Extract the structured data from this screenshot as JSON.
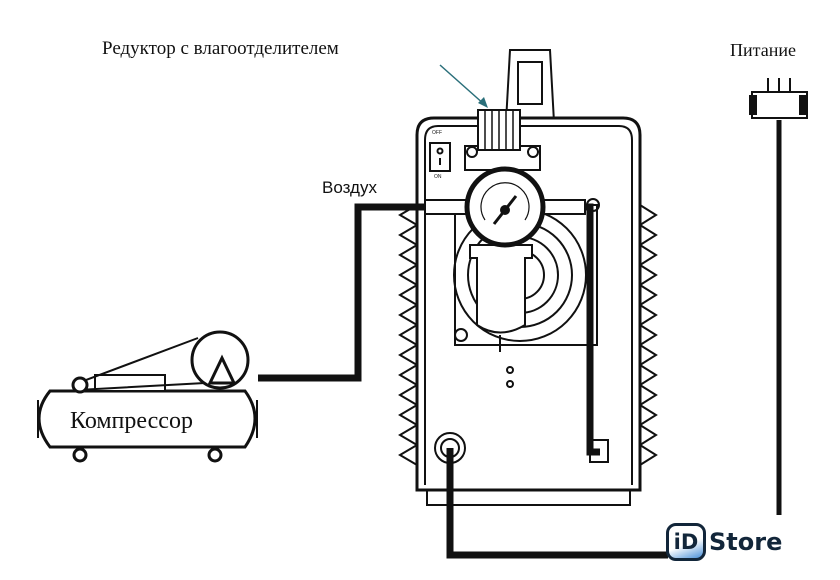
{
  "labels": {
    "regulator": "Редуктор с влагоотделителем",
    "power": "Питание",
    "air": "Воздух",
    "compressor": "Компрессор",
    "switch_off": "OFF",
    "switch_on": "ON"
  },
  "logo": {
    "mark": "iD",
    "text": "Store",
    "color": "#12263a",
    "accent": "#4a90d9"
  }
}
